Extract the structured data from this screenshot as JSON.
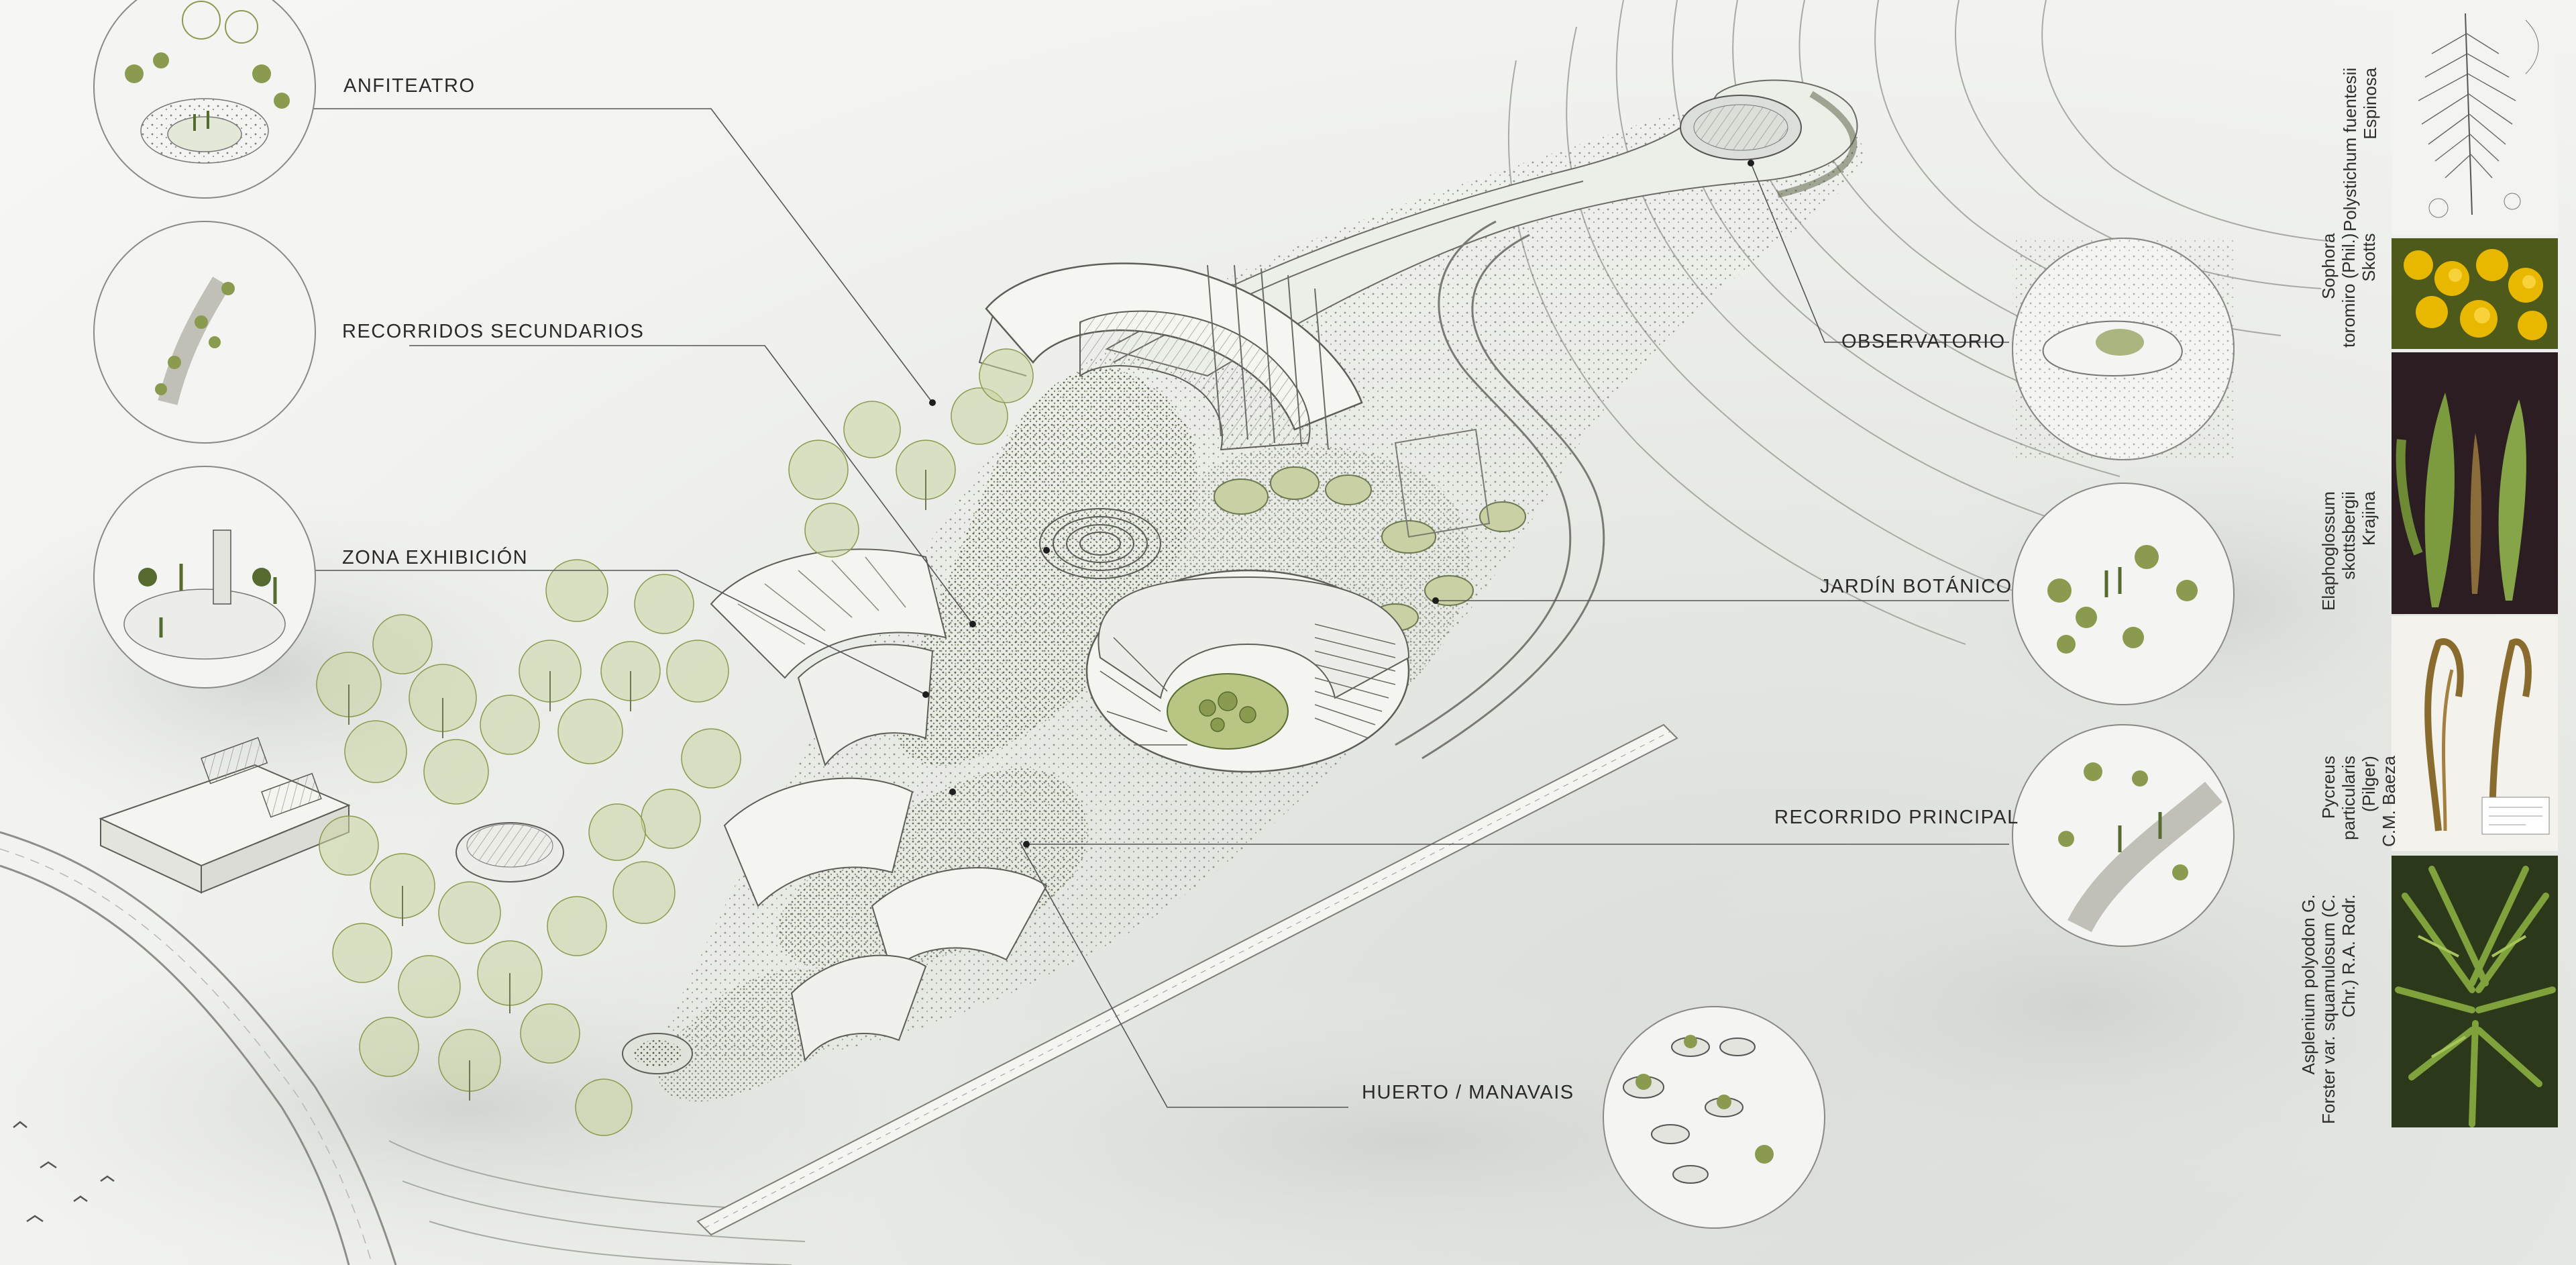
{
  "callouts": {
    "anfiteatro": "ANFITEATRO",
    "recorridos_secundarios": "RECORRIDOS SECUNDARIOS",
    "zona_exhibicion": "ZONA EXHIBICIÓN",
    "observatorio": "OBSERVATORIO",
    "jardin_botanico": "JARDÍN BOTÁNICO",
    "recorrido_principal": "RECORRIDO PRINCIPAL",
    "huerto_manavais": "HUERTO / MANAVAIS"
  },
  "specimens": [
    {
      "caption": "Polystichum fuentesii\nEspinosa",
      "icon": "fern-frond-drawing"
    },
    {
      "caption": "Sophora\ntoromiro (Phil.)\nSkotts",
      "icon": "yellow-flower-photo"
    },
    {
      "caption": "Elaphoglossum\nskottsbergii\nKrajina",
      "icon": "lance-leaf-photo"
    },
    {
      "caption": "Pycreus\nparticularis\n(Pilger)\nC.M. Baeza",
      "icon": "herbarium-sheet"
    },
    {
      "caption": "Asplenium polyodon G.\nForster var. squamulosum (C.\nChr.) R.A. Rodr.",
      "icon": "fern-photo"
    }
  ],
  "colors": {
    "vegetation": "#8a9a4e",
    "vegetation_dark": "#556b2f",
    "linework": "#6b6b66",
    "yellow_flower": "#e8b800"
  }
}
